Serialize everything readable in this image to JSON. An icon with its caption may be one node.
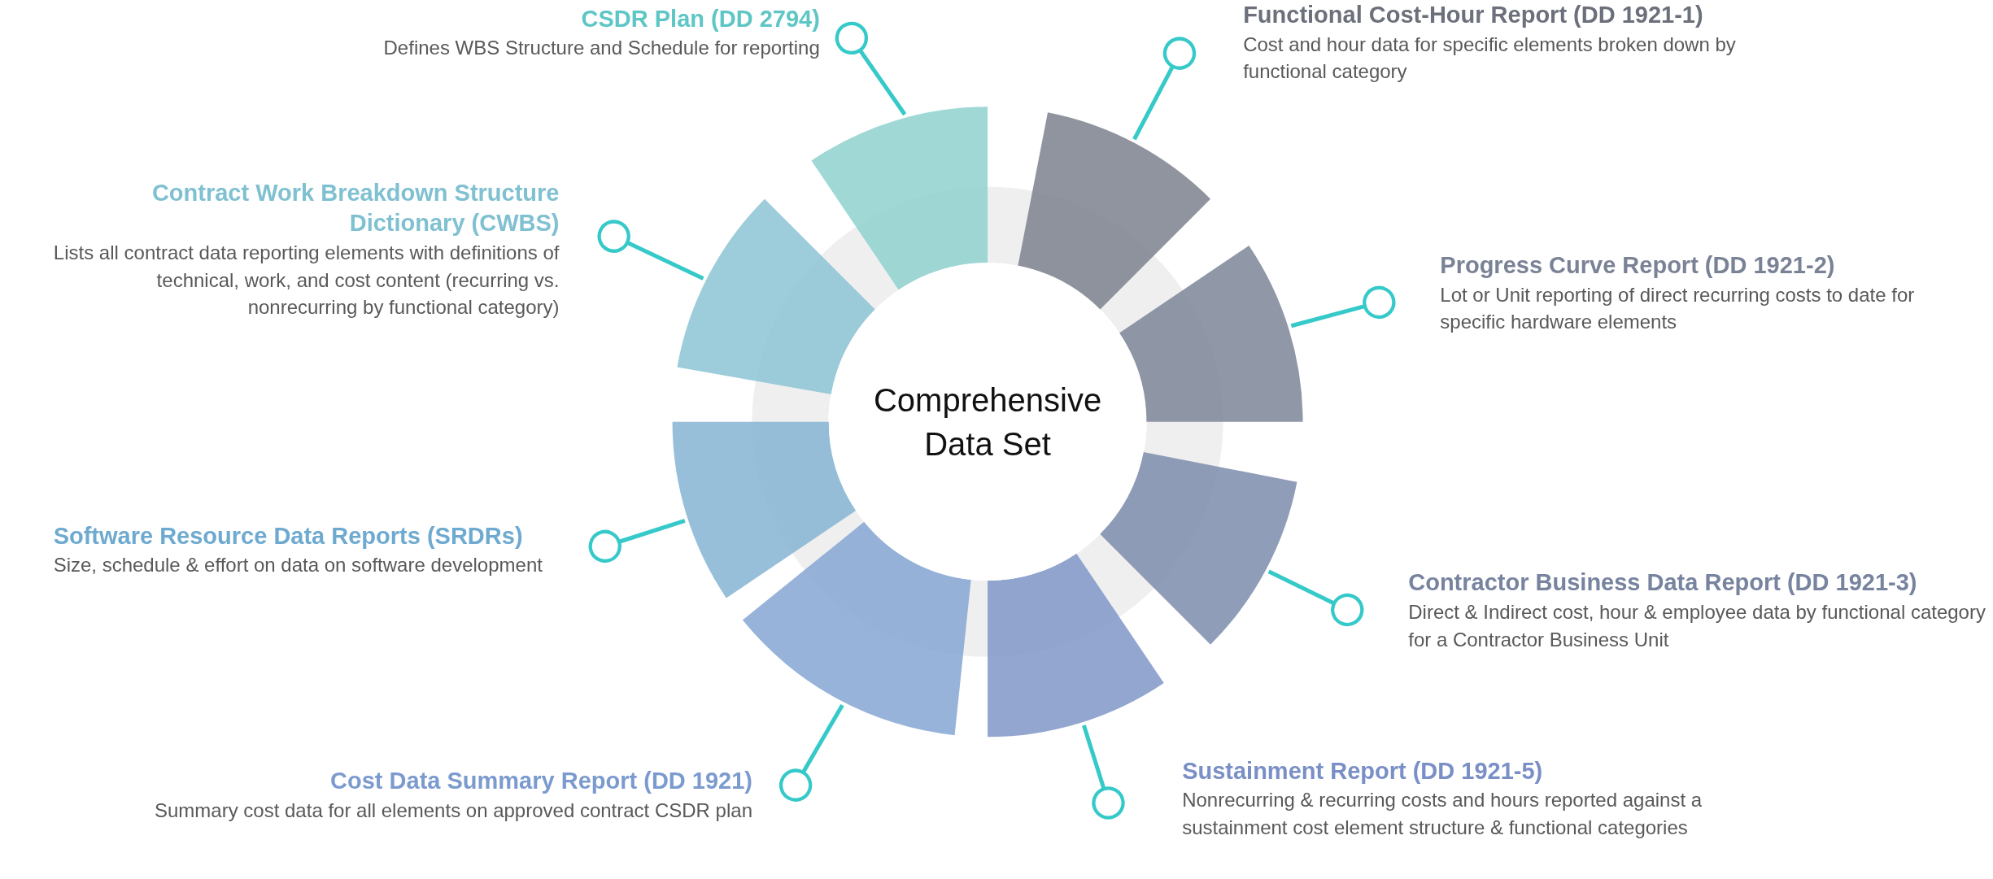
{
  "diagram": {
    "nodes": [
      {
        "text": [
          "Comprehensive Data Set"
        ]
      },
      {
        "text": [],
        "shape": "wedge"
      },
      {
        "text": [],
        "shape": "wedge"
      },
      {
        "text": [],
        "shape": "wedge"
      },
      {
        "text": [],
        "shape": "wedge"
      },
      {
        "text": [],
        "shape": "wedge"
      },
      {
        "text": [],
        "shape": "wedge"
      },
      {
        "text": [],
        "shape": "wedge"
      },
      {
        "text": [],
        "shape": "wedge"
      },
      {
        "text": [
          "CSDR Plan (DD 2794)",
          "Defines WBS Structure and Schedule for reporting"
        ]
      },
      {
        "text": [
          "Functional Cost-Hour Report (DD 1921-1)",
          "Cost and hour data for specific elements broken down by functional category"
        ]
      },
      {
        "text": [
          "Progress Curve Report (DD 1921-2)",
          "Lot or Unit reporting of direct recurring costs to date for specific hardware elements"
        ]
      },
      {
        "text": [
          "Contractor Business Data Report (DD 1921-3)",
          "Direct & Indirect cost, hour & employee data by functional category for a Contractor Business Unit"
        ]
      },
      {
        "text": [
          "Sustainment Report  (DD 1921-5)",
          "Nonrecurring & recurring costs and hours reported against a sustainment cost element structure & functional categories"
        ]
      },
      {
        "text": [
          "Cost Data Summary Report (DD 1921)",
          "Summary cost data for all elements on approved contract CSDR plan"
        ]
      },
      {
        "text": [
          "Software Resource Data Reports (SRDRs)",
          "Size, schedule & effort on data on software development"
        ]
      },
      {
        "text": [
          "Contract Work Breakdown Structure Dictionary (CWBS)",
          "Lists all contract data reporting elements with definitions of technical, work, and cost content (recurring vs. nonrecurring by functional category)"
        ]
      }
    ],
    "edges": [
      {
        "from": 9,
        "to": 1,
        "arrow": "other"
      },
      {
        "from": 10,
        "to": 2,
        "arrow": "other"
      },
      {
        "from": 11,
        "to": 3,
        "arrow": "other"
      },
      {
        "from": 12,
        "to": 4,
        "arrow": "other"
      },
      {
        "from": 13,
        "to": 5,
        "arrow": "other"
      },
      {
        "from": 14,
        "to": 6,
        "arrow": "other"
      },
      {
        "from": 15,
        "to": 7,
        "arrow": "other"
      },
      {
        "from": 16,
        "to": 8,
        "arrow": "other"
      }
    ]
  }
}
